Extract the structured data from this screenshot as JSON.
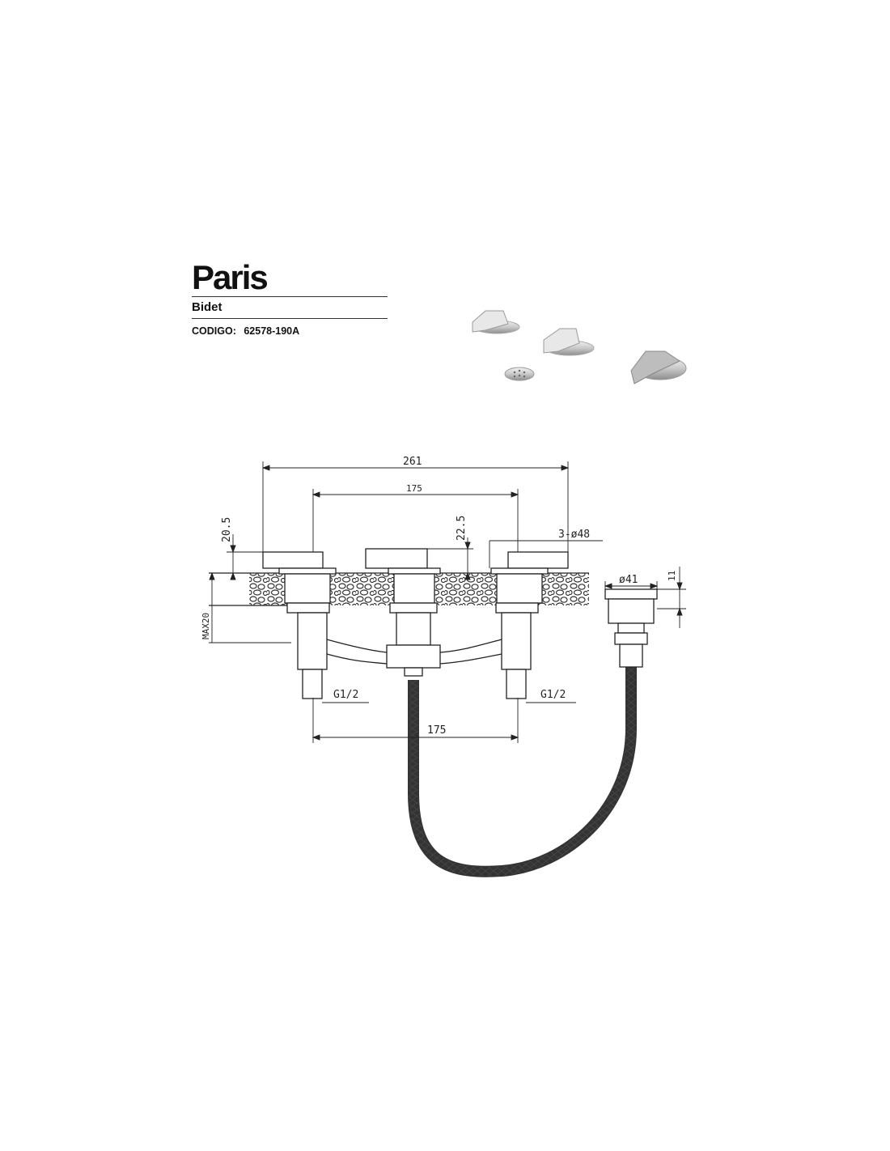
{
  "product": {
    "name": "Paris",
    "type": "Bidet",
    "code_label": "CODIGO:",
    "code_value": "62578-190A"
  },
  "drawing": {
    "dim_overall_width": "261",
    "dim_center_spacing": "175",
    "dim_handle_height": "20.5",
    "dim_spout_height": "22.5",
    "dim_base_diameter": "3-ø48",
    "dim_drain_diameter": "ø41",
    "dim_drain_height": "11",
    "dim_max_deck": "MAX20",
    "dim_thread_left": "G1/2",
    "dim_thread_right": "G1/2",
    "dim_inlet_spacing": "175"
  }
}
